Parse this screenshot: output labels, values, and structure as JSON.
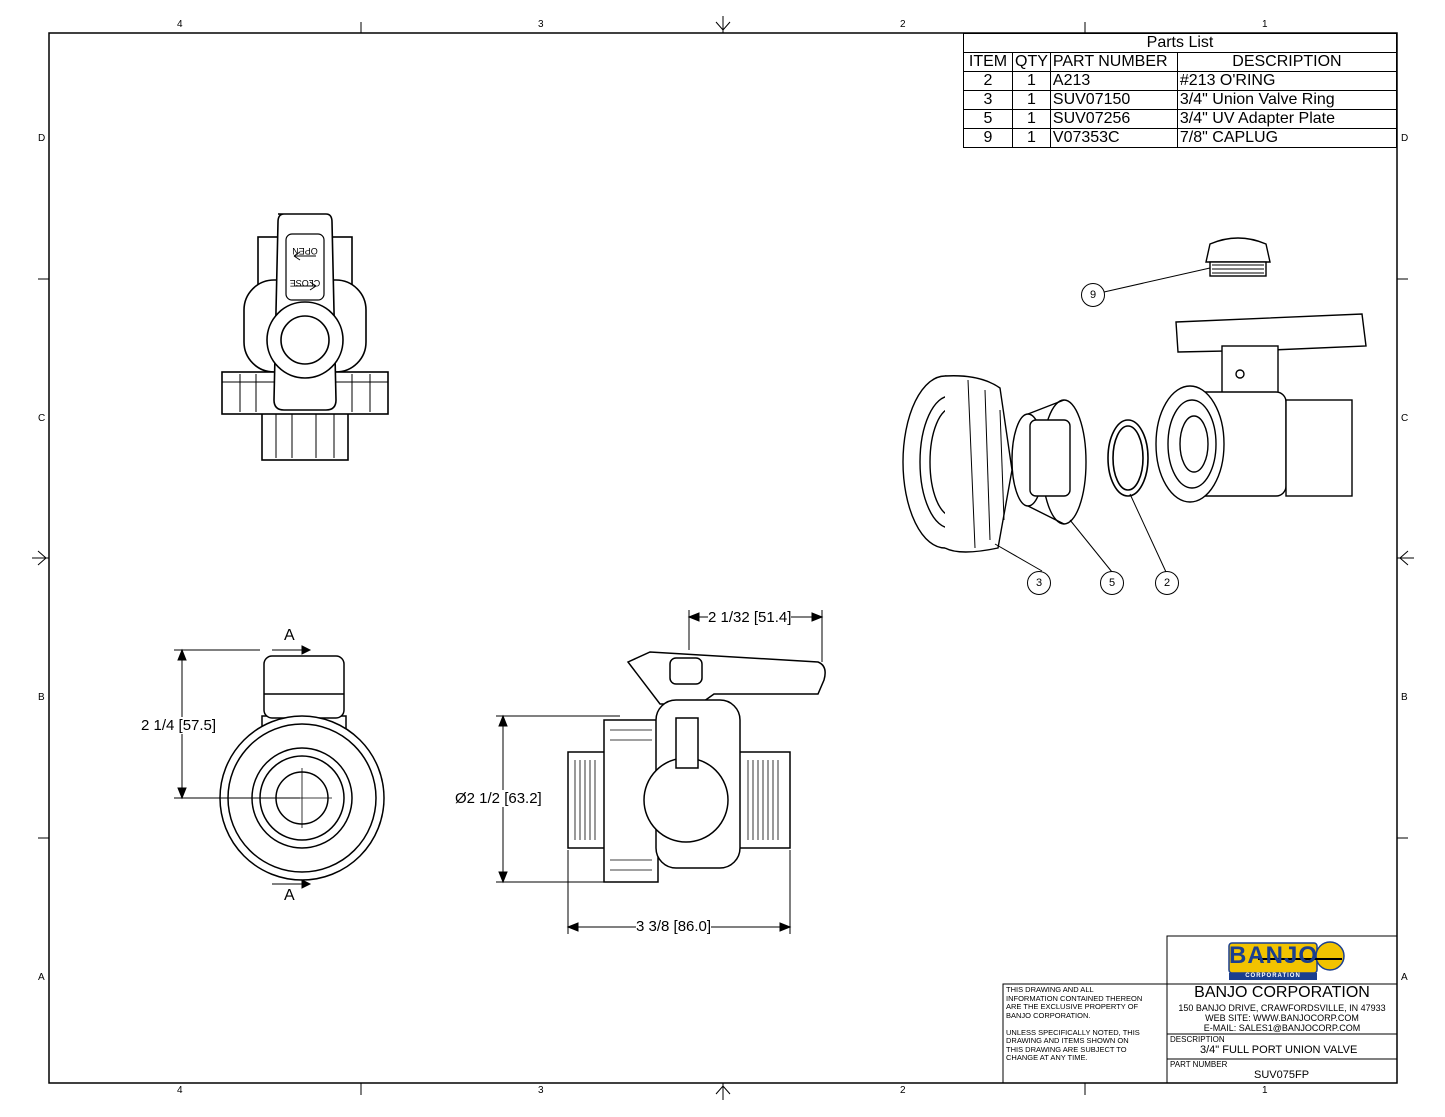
{
  "zone_labels": {
    "top": [
      "4",
      "3",
      "2",
      "1"
    ],
    "bottom": [
      "4",
      "3",
      "2",
      "1"
    ],
    "left": [
      "D",
      "C",
      "B",
      "A"
    ],
    "right": [
      "D",
      "C",
      "B",
      "A"
    ]
  },
  "parts_list": {
    "title": "Parts List",
    "headers": [
      "ITEM",
      "QTY",
      "PART NUMBER",
      "DESCRIPTION"
    ],
    "rows": [
      {
        "item": "2",
        "qty": "1",
        "part_number": "A213",
        "description": "#213 O'RING"
      },
      {
        "item": "3",
        "qty": "1",
        "part_number": "SUV07150",
        "description": "3/4\" Union Valve Ring"
      },
      {
        "item": "5",
        "qty": "1",
        "part_number": "SUV07256",
        "description": "3/4\" UV Adapter Plate"
      },
      {
        "item": "9",
        "qty": "1",
        "part_number": "V07353C",
        "description": "7/8\" CAPLUG"
      }
    ]
  },
  "top_view": {
    "handle_text_open": "OPEN",
    "handle_text_close": "CLOSE"
  },
  "balloons": [
    "9",
    "3",
    "5",
    "2"
  ],
  "dimensions": {
    "handle_height": "2 1/4 [57.5]",
    "handle_offset": "2 1/32 [51.4]",
    "diameter": "Ø2 1/2 [63.2]",
    "overall_length": "3 3/8 [86.0]"
  },
  "section_marks": {
    "top": "A",
    "bottom": "A"
  },
  "title_block": {
    "logo_text": "BANJO",
    "logo_subtext": "CORPORATION",
    "company": "BANJO CORPORATION",
    "address": "150 BANJO DRIVE, CRAWFORDSVILLE, IN 47933",
    "website": "WEB SITE: WWW.BANJOCORP.COM",
    "email": "E-MAIL: SALES1@BANJOCORP.COM",
    "description_label": "DESCRIPTION",
    "description": "3/4\" FULL PORT UNION VALVE",
    "part_number_label": "PART NUMBER",
    "part_number": "SUV075FP",
    "notice_lines": [
      "THIS DRAWING AND ALL",
      "INFORMATION CONTAINED THEREON",
      "ARE THE EXCLUSIVE PROPERTY OF",
      "BANJO CORPORATION.",
      "",
      "UNLESS SPECIFICALLY NOTED, THIS",
      "DRAWING AND ITEMS SHOWN ON",
      "THIS DRAWING ARE SUBJECT TO",
      "CHANGE AT ANY TIME."
    ]
  },
  "colors": {
    "ink": "#000000",
    "logo_yellow": "#f2c300",
    "logo_blue": "#1b3f8f"
  }
}
